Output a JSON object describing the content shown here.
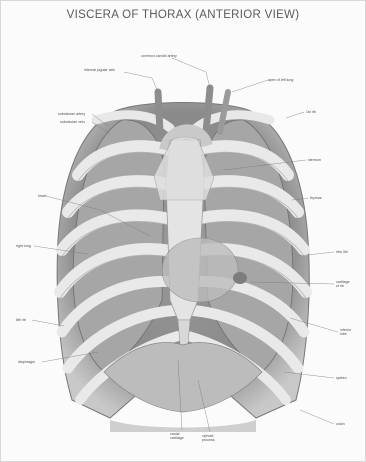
{
  "title": "VISCERA OF THORAX (ANTERIOR VIEW)",
  "labels": {
    "top_center": "common carotid artery",
    "upper_left_1": "internal jugular vein",
    "upper_right_1": "apex of left lung",
    "upper_right_2": "1st rib",
    "left_1": "subclavian artery",
    "left_2": "subclavian vein",
    "right_3": "sternum",
    "right_4": "thymus",
    "left_3": "heart",
    "left_4": "right lung",
    "right_5": "ribs 4th",
    "right_6": "cartilage\nof rib",
    "left_5": "8th rib",
    "right_7": "inferior\nlobe",
    "left_6": "diaphragm",
    "right_8": "spleen",
    "right_9": "colon",
    "bottom_1": "costal\ncartilage",
    "bottom_2": "xiphoid\nprocess"
  },
  "colors": {
    "paper": "#fbfbfb",
    "bone": "#ededed",
    "lung": "#a9a9a9",
    "shadow": "#7a7a7a",
    "ink": "#4d4d4d"
  }
}
